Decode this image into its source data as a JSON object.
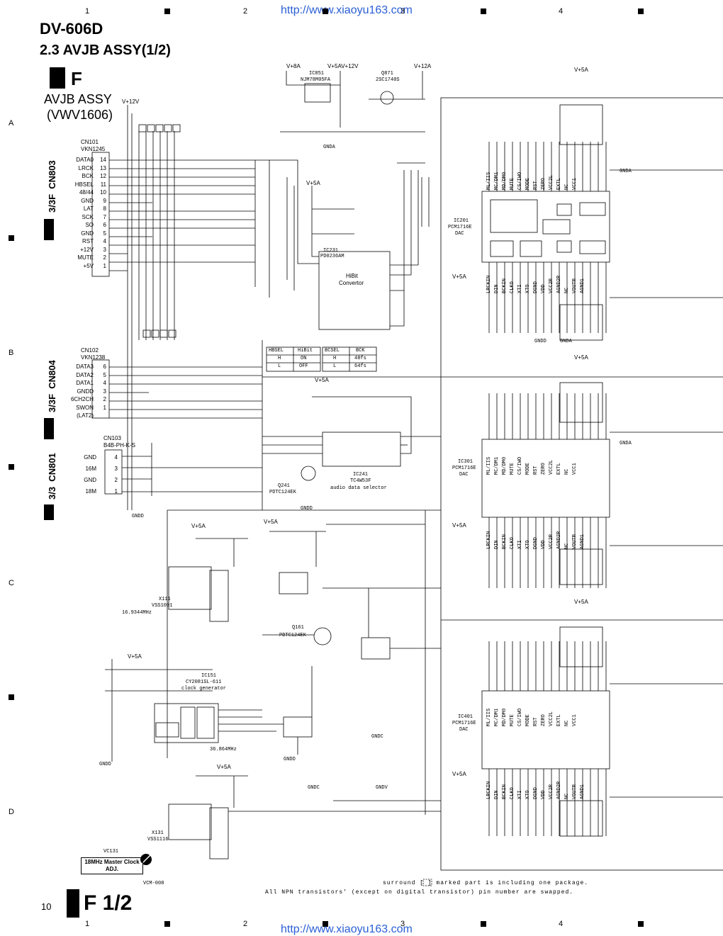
{
  "header": {
    "url": "http://www.xiaoyu163.com",
    "model": "DV-606D",
    "section": "2.3 AVJB ASSY(1/2)",
    "sheet_letter": "F",
    "assy_name": "AVJB ASSY",
    "assy_code": "(VWV1606)"
  },
  "grid": {
    "cols": [
      "1",
      "2",
      "3",
      "4"
    ],
    "rows": [
      "A",
      "B",
      "C",
      "D"
    ]
  },
  "connectors": {
    "cn803": {
      "label": "CN803",
      "ref": "3/3F",
      "part": "CN101",
      "part_no": "VKN1245",
      "pins": [
        "DATA0",
        "LRCK",
        "BCK",
        "HBSEL",
        "48/44",
        "GND",
        "LAT",
        "SCK",
        "SO",
        "GND",
        "RST",
        "+12V",
        "MUTE",
        "+5V"
      ],
      "pin_nums": [
        "14",
        "13",
        "12",
        "11",
        "10",
        "9",
        "8",
        "7",
        "6",
        "5",
        "4",
        "3",
        "2",
        "1"
      ]
    },
    "cn804": {
      "label": "CN804",
      "ref": "3/3F",
      "part": "CN102",
      "part_no": "VKN1238",
      "pins": [
        "DATA3",
        "DATA2",
        "DATA1",
        "GNDD",
        "6CH2CH",
        "SWON",
        "(LAT2)"
      ],
      "pin_nums": [
        "6",
        "5",
        "4",
        "3",
        "2",
        "1"
      ]
    },
    "cn801": {
      "label": "CN801",
      "ref": "3/3",
      "part": "CN103",
      "part_no": "B4B-PH-K-S",
      "pins": [
        "GND",
        "16M",
        "GND",
        "18M"
      ],
      "pin_nums": [
        "4",
        "3",
        "2",
        "1"
      ]
    }
  },
  "supplies": {
    "v12": "V+12V",
    "v8a": "V+8A",
    "v5av12": "V+5AV+12V",
    "v12a": "V+12A",
    "v5a": "V+5A"
  },
  "ics": {
    "ic231": {
      "ref": "IC231",
      "part": "PD0236AM",
      "title": "HiBit",
      "sub": "Convertor"
    },
    "ic201": {
      "ref": "IC201",
      "part": "PCM1716E",
      "type": "DAC"
    },
    "ic301": {
      "ref": "IC301",
      "part": "PCM1716E",
      "type": "DAC"
    },
    "ic401": {
      "ref": "IC401",
      "part": "PCM1716E",
      "type": "DAC"
    },
    "ic241": {
      "ref": "IC241",
      "part": "TC4W53F",
      "desc": "audio data selector"
    },
    "ic151": {
      "ref": "IC151",
      "part": "CY2081SL-611",
      "desc": "clock generator"
    },
    "ic851": {
      "ref": "IC851",
      "part": "NJM78M05FA"
    },
    "q871": {
      "ref": "Q871",
      "part": "2SC1740S"
    },
    "q241": {
      "ref": "Q241",
      "part": "PDTC124EK"
    },
    "q161": {
      "ref": "Q161",
      "part": "PDTC124EK"
    }
  },
  "dac_pins_left": [
    "ML/IIS",
    "MC/DM1",
    "MD/DM0",
    "MUTE",
    "CS/IWO",
    "MODE",
    "RST",
    "ZERO",
    "VCC2L",
    "EXTL",
    "NC",
    "VCC1"
  ],
  "dac_pins_bottom": [
    "LRCKIN",
    "DIN",
    "BCKIN",
    "CLKO",
    "XTI",
    "XTO",
    "DGND",
    "VDD",
    "VCC2R",
    "AGND2R",
    "NC",
    "VOUTR",
    "AGND1"
  ],
  "tables": {
    "hibit": {
      "headers": [
        "HBSEL",
        "HiBit"
      ],
      "rows": [
        [
          "H",
          "ON"
        ],
        [
          "L",
          "OFF"
        ]
      ]
    },
    "bcsel": {
      "headers": [
        "BCSEL",
        "BCK"
      ],
      "rows": [
        [
          "H",
          "48fs"
        ],
        [
          "L",
          "64fs"
        ]
      ]
    }
  },
  "labels": {
    "crystal1": "16.9344MHz",
    "crystal2": "36.864MHz",
    "x111": "X111",
    "x111_part": "VSS1001",
    "x131": "X131",
    "x131_part": "VSS1116",
    "vc131": "VC131",
    "vc131_part": "VCM-008",
    "clock_adj": "18MHz Master Clock ADJ.",
    "gnda": "GNDA",
    "gndd": "GNDD",
    "gndc": "GNDC",
    "gndv": "GNDV"
  },
  "footer": {
    "note1": "surround [ ] marked part is including one package.",
    "note2": "All NPN transistors' (except on digital transistor) pin number are swapped.",
    "page_no": "10",
    "sheet": "F 1/2"
  }
}
